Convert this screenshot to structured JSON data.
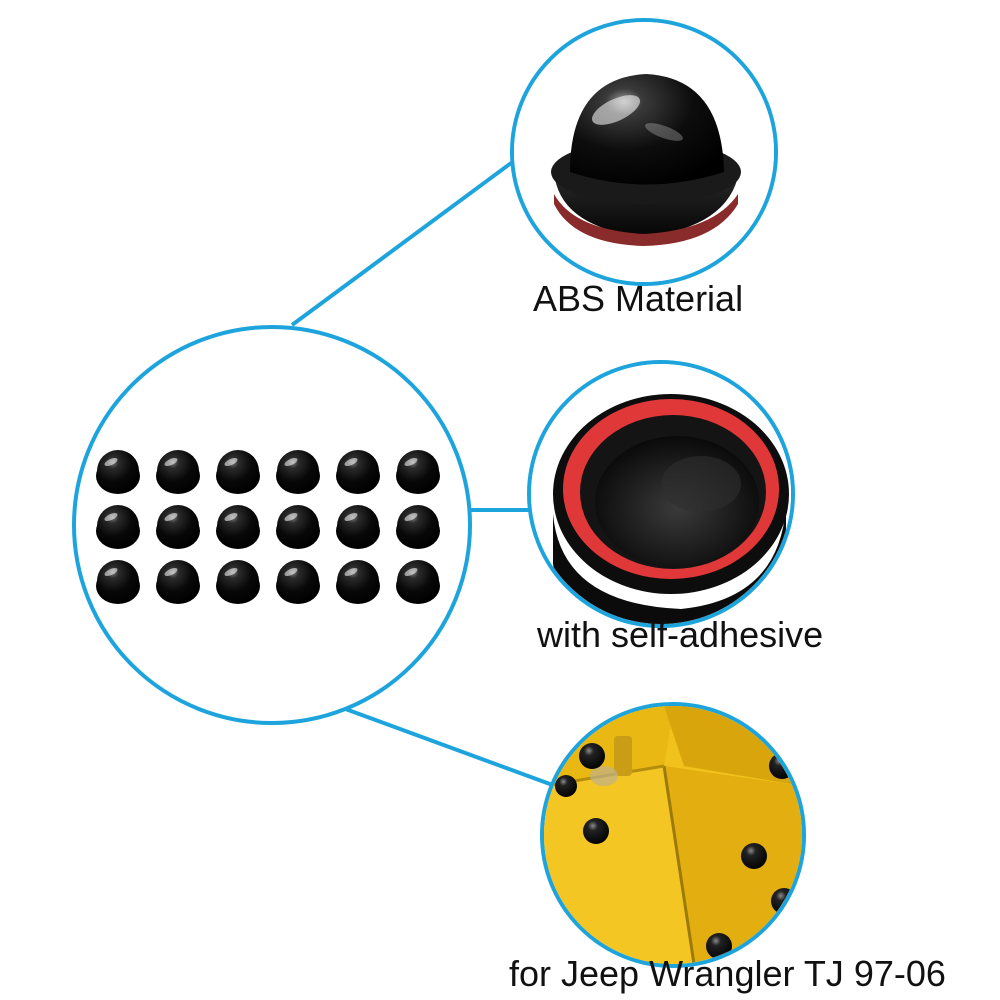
{
  "callouts": [
    {
      "caption": "ABS Material",
      "icon": "dome-cap-top-view"
    },
    {
      "caption": "with self-adhesive",
      "icon": "dome-cap-bottom-red-adhesive"
    },
    {
      "caption": "for Jeep Wrangler TJ 97-06",
      "icon": "caps-installed-on-yellow-jeep"
    }
  ],
  "product": {
    "name": "black-dome-caps",
    "rows": 3,
    "columns": 6
  },
  "colors": {
    "accent": "#1ea4dd",
    "cap": "#0a0a0a",
    "adhesive": "#e03838",
    "jeep_yellow": "#f1c21c"
  }
}
